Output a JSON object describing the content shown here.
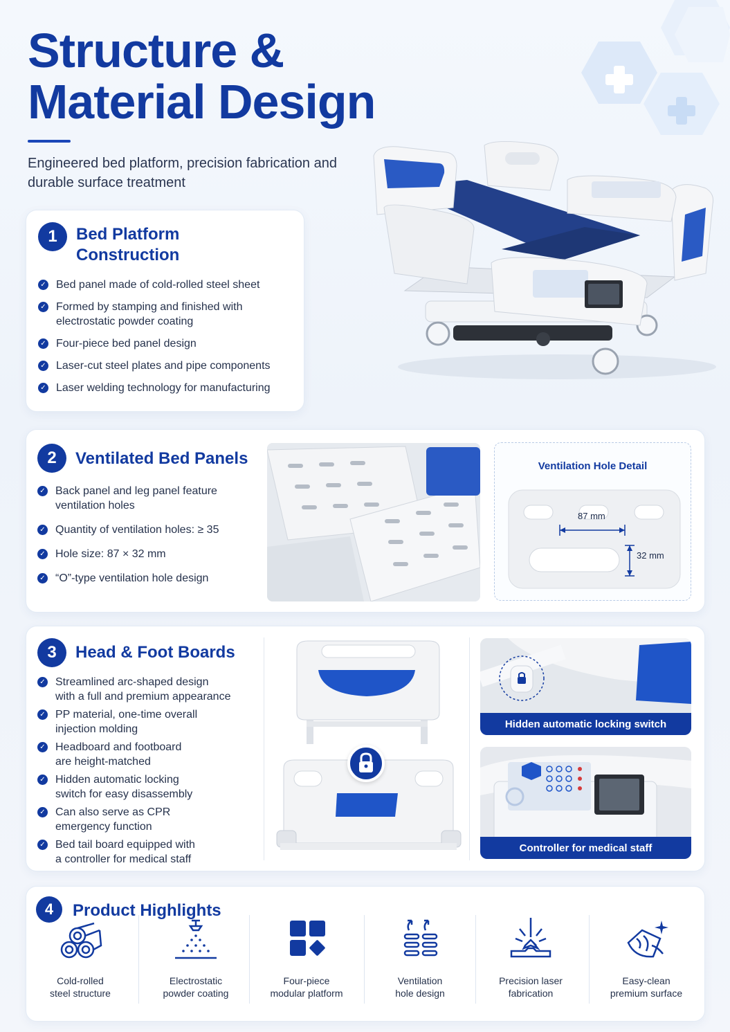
{
  "header": {
    "title_line1": "Structure &",
    "title_line2": "Material Design",
    "subtitle": "Engineered bed platform, precision fabrication and durable surface treatment"
  },
  "sections": [
    {
      "number": "1",
      "title_line1": "Bed Platform",
      "title_line2": "Construction",
      "bullets": [
        [
          "Bed panel made of cold-rolled steel sheet"
        ],
        [
          "Formed by stamping and finished with",
          "electrostatic powder coating"
        ],
        [
          "Four-piece bed panel design"
        ],
        [
          "Laser-cut steel plates and pipe components"
        ],
        [
          "Laser welding technology for manufacturing"
        ]
      ]
    },
    {
      "number": "2",
      "title": "Ventilated Bed Panels",
      "bullets": [
        [
          "Back panel and leg panel feature",
          "ventilation holes"
        ],
        [
          "Quantity of ventilation holes: ≥ 35"
        ],
        [
          "Hole size: 87 × 32 mm"
        ],
        [
          "“O”-type ventilation hole design"
        ]
      ],
      "detail_title": "Ventilation Hole Detail",
      "dim_width": "87 mm",
      "dim_height": "32 mm"
    },
    {
      "number": "3",
      "title": "Head & Foot Boards",
      "bullets": [
        [
          "Streamlined arc-shaped design",
          "with a full and premium appearance"
        ],
        [
          "PP material, one-time overall",
          "injection molding"
        ],
        [
          "Headboard and footboard",
          "are height-matched"
        ],
        [
          "Hidden automatic locking",
          "switch for easy disassembly"
        ],
        [
          "Can also serve as CPR",
          "emergency function"
        ],
        [
          "Bed tail board equipped with",
          "a controller for medical staff"
        ]
      ],
      "caption_lock": "Hidden automatic locking switch",
      "caption_controller": "Controller for medical staff"
    },
    {
      "number": "4",
      "title": "Product Highlights",
      "highlights": [
        {
          "icon": "steel-rolls-icon",
          "line1": "Cold-rolled",
          "line2": "steel structure"
        },
        {
          "icon": "spray-coating-icon",
          "line1": "Electrostatic",
          "line2": "powder coating"
        },
        {
          "icon": "four-piece-icon",
          "line1": "Four-piece",
          "line2": "modular platform"
        },
        {
          "icon": "ventilation-icon",
          "line1": "Ventilation",
          "line2": "hole design"
        },
        {
          "icon": "laser-icon",
          "line1": "Precision laser",
          "line2": "fabrication"
        },
        {
          "icon": "clean-cloth-icon",
          "line1": "Easy-clean",
          "line2": "premium surface"
        }
      ]
    }
  ],
  "colors": {
    "primary": "#123aa0",
    "accent_blue": "#1f55c8",
    "panel_blue": "#1e3f86"
  }
}
